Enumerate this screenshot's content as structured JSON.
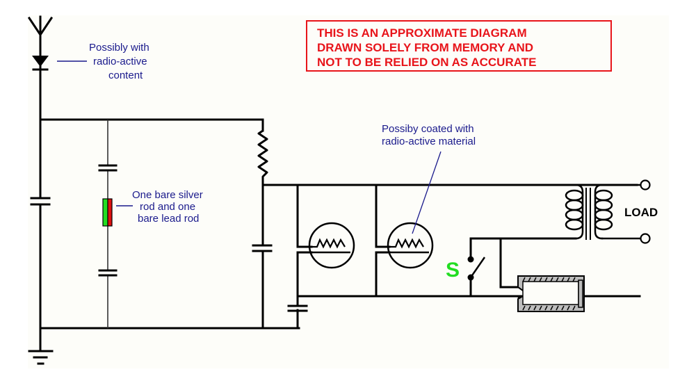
{
  "diagram": {
    "warning": {
      "lines": [
        "THIS IS AN APPROXIMATE DIAGRAM",
        "DRAWN SOLELY FROM MEMORY AND",
        "NOT TO BE RELIED ON AS ACCURATE"
      ],
      "color": "#e8141a"
    },
    "annotations": {
      "diode_note": [
        "Possibly with",
        "radio-active",
        "content"
      ],
      "rod_note": [
        "One bare silver",
        "rod and one",
        "bare lead rod"
      ],
      "tube_note": [
        "Possiby coated with",
        "radio-active material"
      ]
    },
    "labels": {
      "load": "LOAD",
      "switch": "S"
    },
    "colors": {
      "annotation": "#1a1a8c",
      "silver_rod": "#22dd22",
      "lead_rod": "#dd1111",
      "switch_label": "#22dd22",
      "coil_body": "#c0c0c0"
    },
    "components": [
      "antenna-icon",
      "diode-icon",
      "capacitor-icon",
      "resistor-icon",
      "rod-pair",
      "tube-icon",
      "switch-icon",
      "transformer-icon",
      "coil-device",
      "ground-icon",
      "load-terminal"
    ]
  }
}
